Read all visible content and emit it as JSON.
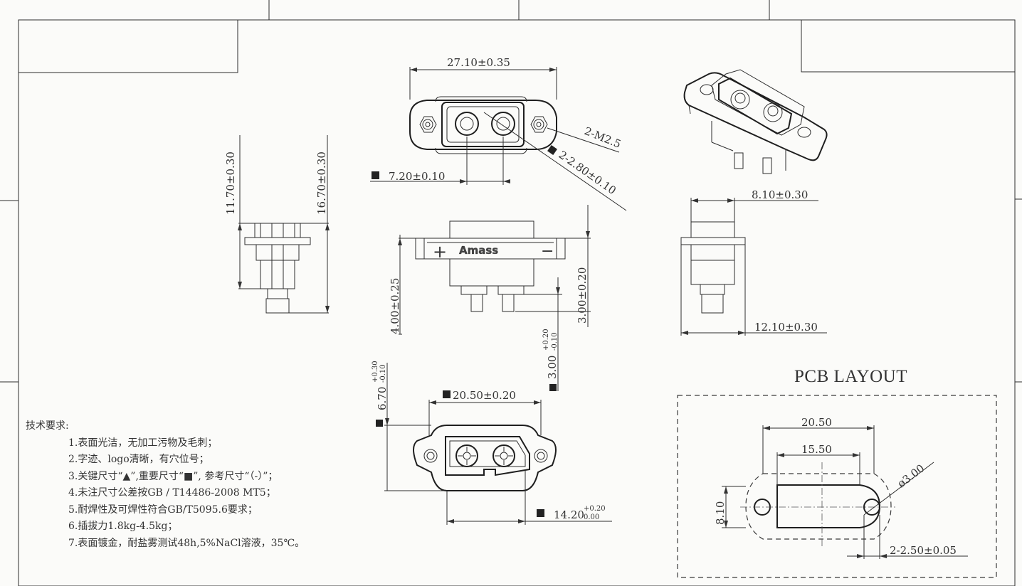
{
  "views": {
    "top": {
      "width_dim": "27.10±0.35",
      "thread_note": "2-M2.5",
      "hole_note": "2-2.80±0.10",
      "pin_pitch_dim": "7.20±0.10"
    },
    "left_side": {
      "height_dim_1": "11.70±0.30",
      "height_dim_2": "16.70±0.30"
    },
    "front": {
      "logo_text": "Amass",
      "plus_mark": "+",
      "minus_mark": "−",
      "height_dim": "4.00±0.25",
      "pin_dim": "3.00±0.20",
      "pin_dim_2": "3.00",
      "pin_dim_2_tol_upper": "+0.20",
      "pin_dim_2_tol_lower": "-0.10"
    },
    "bottom": {
      "width_dim": "20.50±0.20",
      "height_dim": "6.70",
      "height_tol_upper": "+0.30",
      "height_tol_lower": "-0.10",
      "depth_dim": "14.20",
      "depth_tol_upper": "+0.20",
      "depth_tol_lower": "0.00"
    },
    "right_side": {
      "top_dim": "8.10±0.30",
      "bottom_dim": "12.10±0.30"
    }
  },
  "notes": {
    "title": "技术要求:",
    "items": [
      "1.表面光洁，无加工污物及毛刺；",
      "2.字迹、logo清晰，有穴位号；",
      "3.关键尺寸“▲”,重要尺寸“■”, 参考尺寸“（-）”；",
      "4.未注尺寸公差按GB / T14486-2008 MT5；",
      "5.耐焊性及可焊性符合GB/T5095.6要求；",
      "6.插拔力1.8kg-4.5kg；",
      "7.表面镀金，耐盐雾测试48h,5%NaCl溶液，35℃。"
    ]
  },
  "pcb_layout": {
    "title": "PCB LAYOUT",
    "outer_width": "20.50",
    "inner_width": "15.50",
    "height": "8.10",
    "hole_dia": "ø3.00",
    "pad_note": "2-2.50±0.05"
  }
}
